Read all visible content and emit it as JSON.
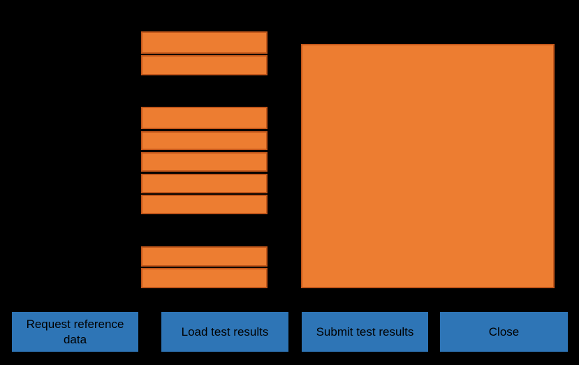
{
  "colors": {
    "background": "#000000",
    "field_fill": "#ED7D31",
    "field_border": "#C2571B",
    "button_fill": "#2E75B6",
    "button_text": "#000000"
  },
  "form": {
    "field_group_1": [
      {
        "value": ""
      },
      {
        "value": ""
      }
    ],
    "field_group_2": [
      {
        "value": ""
      },
      {
        "value": ""
      },
      {
        "value": ""
      },
      {
        "value": ""
      },
      {
        "value": ""
      }
    ],
    "field_group_3": [
      {
        "value": ""
      },
      {
        "value": ""
      }
    ],
    "results_area": {
      "value": ""
    }
  },
  "buttons": [
    {
      "label": "Request reference data"
    },
    {
      "label": "Load test results"
    },
    {
      "label": "Submit test results"
    },
    {
      "label": "Close"
    }
  ]
}
